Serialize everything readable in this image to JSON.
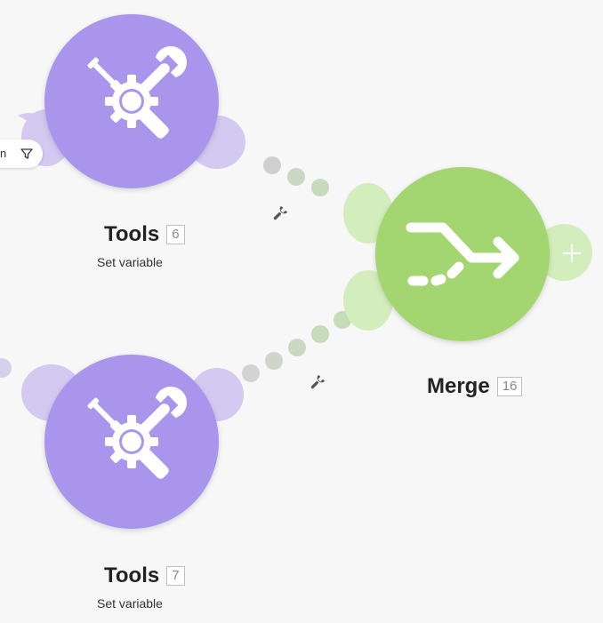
{
  "modules": [
    {
      "id": "tools-6",
      "title": "Tools",
      "badge": "6",
      "subtitle": "Set variable"
    },
    {
      "id": "tools-7",
      "title": "Tools",
      "badge": "7",
      "subtitle": "Set variable"
    },
    {
      "id": "merge-16",
      "title": "Merge",
      "badge": "16",
      "subtitle": ""
    }
  ],
  "filter_chip": {
    "text": "n"
  },
  "colors": {
    "tools_fill": "#a996ec",
    "tools_ear": "#d3c9f1",
    "merge_fill": "#a3d56f",
    "merge_ear": "#d4edbd",
    "connector_dot": "#d0d0d0",
    "background": "#f7f7f7"
  },
  "icons": [
    "tools-icon",
    "merge-icon",
    "wrench-icon",
    "filter-icon",
    "plus-icon"
  ]
}
